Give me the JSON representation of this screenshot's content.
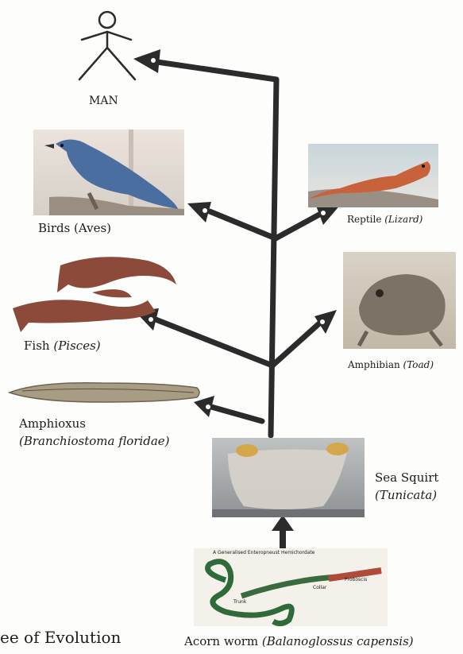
{
  "diagram": {
    "footer_title": "ee of Evolution",
    "nodes": {
      "man": {
        "label": "MAN"
      },
      "birds": {
        "label": "Birds (Aves)"
      },
      "reptile": {
        "label": "Reptile",
        "sci": "(Lizard)"
      },
      "fish": {
        "label": "Fish",
        "sci": "(Pisces)"
      },
      "amphibian": {
        "label": "Amphibian",
        "sci": "(Toad)"
      },
      "amphioxus": {
        "label": "Amphioxus",
        "sci": "(Branchiostoma floridae)"
      },
      "sea_squirt": {
        "label": "Sea Squirt",
        "sci": "(Tunicata)"
      },
      "acorn_worm": {
        "label": "Acorn worm",
        "sci": "(Balanoglossus capensis)"
      }
    },
    "worm_photo_labels": {
      "caption": "A Generalised Enteropneust Hemichordate",
      "trunk": "Trunk",
      "collar": "Collar",
      "proboscis": "Proboscis"
    }
  }
}
